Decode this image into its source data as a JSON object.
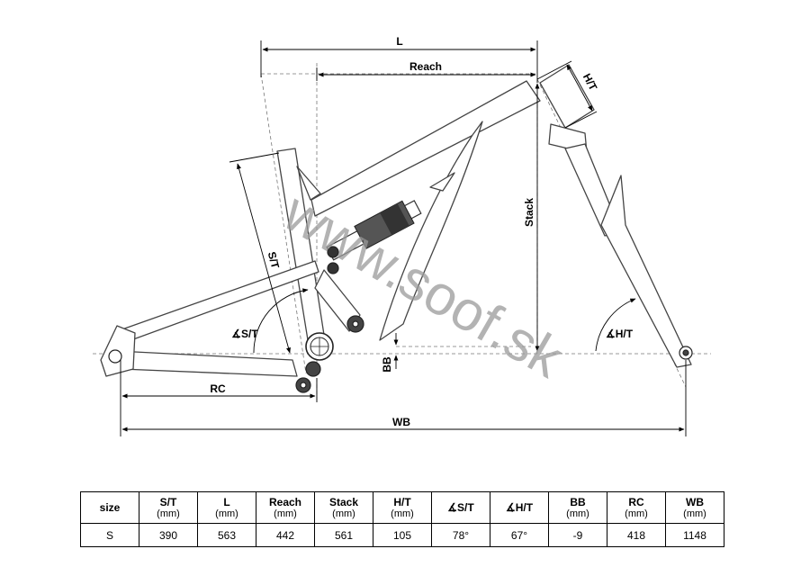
{
  "diagram": {
    "labels": {
      "l": "L",
      "reach": "Reach",
      "ht": "H/T",
      "stack": "Stack",
      "st": "S/T",
      "st_angle": "∡S/T",
      "ht_angle": "∡H/T",
      "bb": "BB",
      "rc": "RC",
      "wb": "WB"
    },
    "watermark": "www.soof.sk"
  },
  "table": {
    "headers": [
      {
        "name": "size",
        "unit": ""
      },
      {
        "name": "S/T",
        "unit": "(mm)"
      },
      {
        "name": "L",
        "unit": "(mm)"
      },
      {
        "name": "Reach",
        "unit": "(mm)"
      },
      {
        "name": "Stack",
        "unit": "(mm)"
      },
      {
        "name": "H/T",
        "unit": "(mm)"
      },
      {
        "name": "∡S/T",
        "unit": ""
      },
      {
        "name": "∡H/T",
        "unit": ""
      },
      {
        "name": "BB",
        "unit": "(mm)"
      },
      {
        "name": "RC",
        "unit": "(mm)"
      },
      {
        "name": "WB",
        "unit": "(mm)"
      }
    ],
    "rows": [
      [
        "S",
        "390",
        "563",
        "442",
        "561",
        "105",
        "78°",
        "67°",
        "-9",
        "418",
        "1148"
      ]
    ]
  }
}
